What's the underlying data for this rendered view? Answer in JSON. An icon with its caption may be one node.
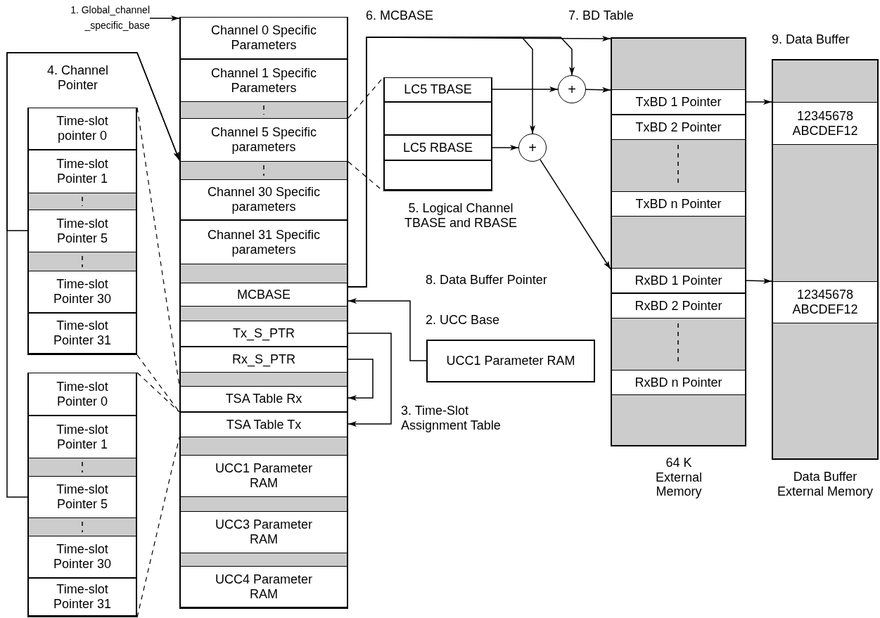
{
  "diagram": {
    "nodes": [
      {
        "text": [
          "1. Global_channel _specific_base"
        ]
      },
      {
        "text": [],
        "shape": "box"
      },
      {
        "text": [
          "Channel 0 Specific Parameters"
        ],
        "in": 1
      },
      {
        "text": [
          "Channel 1 Specific Parameters"
        ],
        "in": 1
      },
      {
        "text": [
          "Channel 5 Specific parameters"
        ],
        "in": 1
      },
      {
        "text": [
          "Channel 30 Specific parameters"
        ],
        "in": 1
      },
      {
        "text": [
          "Channel 31 Specific parameters"
        ],
        "in": 1
      },
      {
        "text": [
          "MCBASE"
        ],
        "in": 1
      },
      {
        "text": [
          "Tx_S_PTR"
        ],
        "in": 1
      },
      {
        "text": [
          "Rx_S_PTR"
        ],
        "in": 1
      },
      {
        "text": [
          "TSA Table Rx"
        ],
        "in": 1
      },
      {
        "text": [
          "TSA Table Tx"
        ],
        "in": 1
      },
      {
        "text": [
          "UCC1 Parameter RAM"
        ],
        "in": 1
      },
      {
        "text": [
          "UCC3 Parameter RAM"
        ],
        "in": 1
      },
      {
        "text": [
          "UCC4 Parameter RAM"
        ],
        "in": 1
      },
      {
        "text": [],
        "shape": "box"
      },
      {
        "text": [
          "Time-slot pointer 0"
        ],
        "in": 15
      },
      {
        "text": [
          "Time-slot Pointer 1"
        ],
        "in": 15
      },
      {
        "text": [
          "Time-slot Pointer 5"
        ],
        "in": 15
      },
      {
        "text": [
          "Time-slot Pointer 30"
        ],
        "in": 15
      },
      {
        "text": [
          "Time-slot Pointer 31"
        ],
        "in": 15
      },
      {
        "text": [],
        "shape": "box"
      },
      {
        "text": [
          "Time-slot Pointer 0"
        ],
        "in": 21
      },
      {
        "text": [
          "Time-slot Pointer 1"
        ],
        "in": 21
      },
      {
        "text": [
          "Time-slot Pointer 5"
        ],
        "in": 21
      },
      {
        "text": [
          "Time-slot Pointer 30"
        ],
        "in": 21
      },
      {
        "text": [
          "Time-slot Pointer 31"
        ],
        "in": 21
      },
      {
        "text": [],
        "shape": "box",
        "beside": [
          "5. Logical Channel TBASE and RBASE"
        ]
      },
      {
        "text": [
          "LC5 TBASE"
        ],
        "in": 27
      },
      {
        "text": [],
        "shape": "box",
        "in": 27
      },
      {
        "text": [
          "LC5 RBASE"
        ],
        "in": 27
      },
      {
        "text": [],
        "shape": "box",
        "in": 27
      },
      {
        "text": [
          "+"
        ]
      },
      {
        "text": [
          "+"
        ]
      },
      {
        "text": [
          "UCC1 Parameter RAM"
        ]
      },
      {
        "text": [],
        "shape": "box",
        "beside": [
          "64 K External Memory"
        ]
      },
      {
        "text": [
          "TxBD 1 Pointer"
        ],
        "in": 35
      },
      {
        "text": [
          "TxBD 2 Pointer"
        ],
        "in": 35
      },
      {
        "text": [
          "TxBD n Pointer"
        ],
        "in": 35
      },
      {
        "text": [
          "RxBD 1 Pointer"
        ],
        "in": 35
      },
      {
        "text": [
          "RxBD 2 Pointer"
        ],
        "in": 35
      },
      {
        "text": [
          "RxBD n Pointer"
        ],
        "in": 35
      },
      {
        "text": [],
        "shape": "box",
        "beside": [
          "Data Buffer External Memory"
        ]
      },
      {
        "text": [
          "12345678 ABCDEF12"
        ],
        "in": 42
      },
      {
        "text": [
          "12345678 ABCDEF12"
        ],
        "in": 42
      }
    ],
    "edges": [
      {
        "from": 0,
        "to": 2,
        "arrow": "to"
      },
      {
        "from": 7,
        "to": 35,
        "arrow": "to"
      },
      {
        "from": 7,
        "to": 33,
        "arrow": "to"
      },
      {
        "from": 7,
        "to": 32,
        "arrow": "to"
      },
      {
        "from": 28,
        "to": 32,
        "arrow": "to"
      },
      {
        "from": 32,
        "to": 36,
        "arrow": "to"
      },
      {
        "from": 30,
        "to": 33,
        "arrow": "to"
      },
      {
        "from": 33,
        "to": 39,
        "arrow": "to"
      },
      {
        "from": 36,
        "to": 43,
        "arrow": "to"
      },
      {
        "from": 39,
        "to": 44,
        "arrow": "to"
      },
      {
        "from": 34,
        "to": 7,
        "arrow": "to"
      },
      {
        "from": 8,
        "to": 11,
        "arrow": "to"
      },
      {
        "from": 9,
        "to": 10,
        "arrow": "to"
      },
      {
        "from": 18,
        "to": 4,
        "arrow": "to"
      },
      {
        "from": 24,
        "to": 4,
        "arrow": "to"
      },
      {
        "from": 4,
        "to": 27,
        "arrow": "none",
        "style": "dashed"
      },
      {
        "from": 4,
        "to": 27,
        "arrow": "none",
        "style": "dashed"
      },
      {
        "from": 15,
        "to": 10,
        "arrow": "none",
        "style": "dashed"
      },
      {
        "from": 15,
        "to": 10,
        "arrow": "none",
        "style": "dashed"
      },
      {
        "from": 21,
        "to": 11,
        "arrow": "none",
        "style": "dashed"
      },
      {
        "from": 21,
        "to": 11,
        "arrow": "none",
        "style": "dashed"
      }
    ],
    "labels": [
      "6. MCBASE",
      "7. BD Table",
      "9. Data Buffer",
      "4. Channel Pointer",
      "8. Data Buffer Pointer",
      "2. UCC Base",
      "3. Time-Slot Assignment Table"
    ]
  }
}
